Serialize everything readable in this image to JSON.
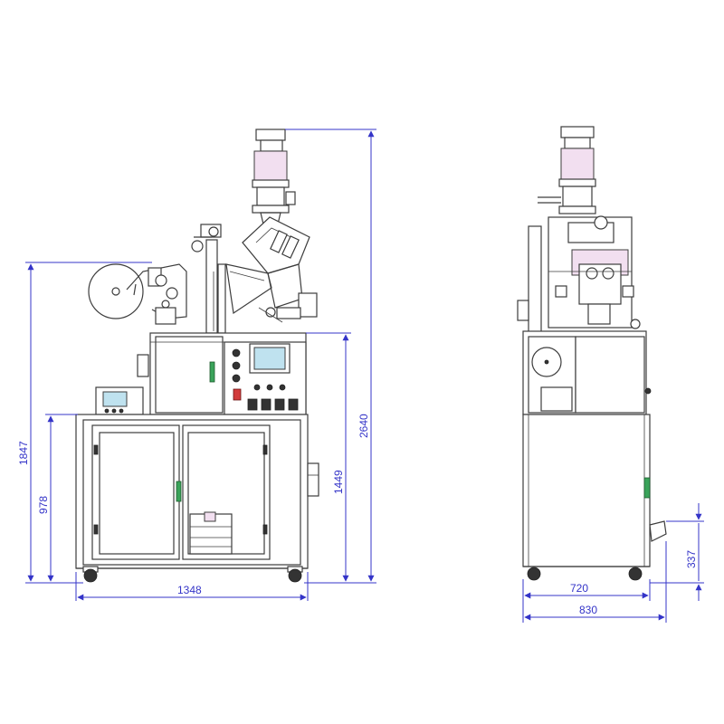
{
  "dimensions": {
    "front_width": "1348",
    "front_total_height": "2640",
    "front_cabinet_height": "1449",
    "front_frame_height": "1847",
    "front_door_height": "978",
    "side_inner_width": "720",
    "side_outer_width": "830",
    "side_step_height": "337"
  },
  "colors": {
    "dimension_line": "#3434c8",
    "outline": "#3d3d3d",
    "accent_pink": "#f2dff0",
    "indicator_green": "#3aa35a",
    "indicator_red": "#d23b3b",
    "screen": "#bfe2ef"
  }
}
